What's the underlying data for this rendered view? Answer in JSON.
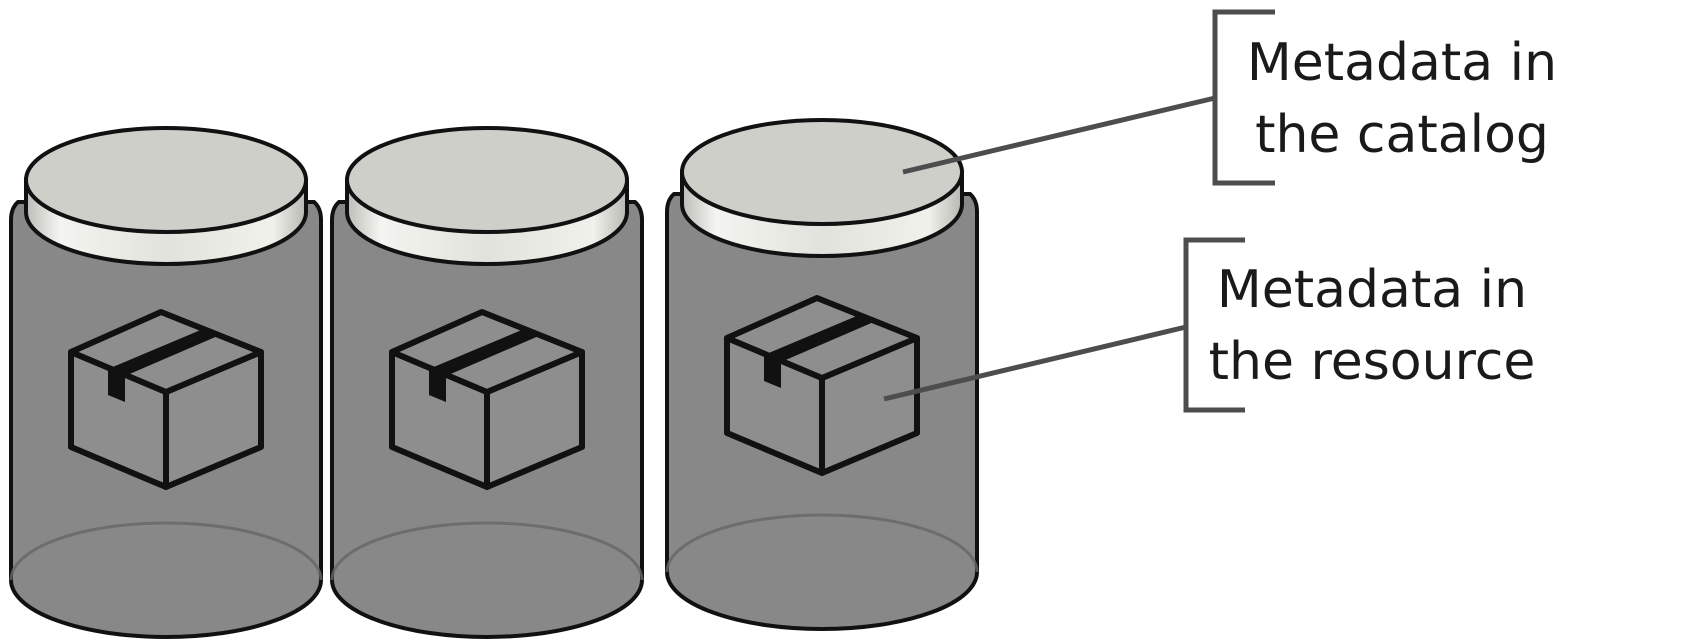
{
  "labels": {
    "catalog": {
      "line1": "Metadata in",
      "line2": "the catalog"
    },
    "resource": {
      "line1": "Metadata in",
      "line2": "the resource"
    }
  },
  "colors": {
    "jar_body": "#888888",
    "jar_bottom": "#7c7c7c",
    "lid_top": "#cfcfca",
    "lid_rim": "#e4e4df",
    "outline": "#111111",
    "leader_line": "#4d4d4d"
  },
  "icons": {
    "jar": "storage-jar-icon",
    "box": "package-box-icon"
  }
}
